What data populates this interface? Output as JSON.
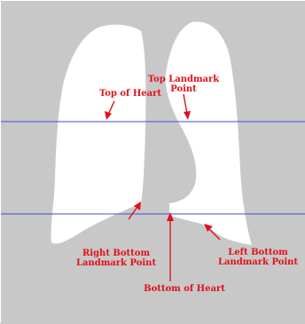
{
  "colors": {
    "background": "#c8c8c8",
    "lung_fill": "#ffffff",
    "reference_line": "#3b4fd8",
    "annotation": "#e0101a"
  },
  "labels": {
    "top_of_heart": "Top of Heart",
    "top_landmark_line1": "Top Landmark",
    "top_landmark_line2": "Point",
    "right_bottom_line1": "Right Bottom",
    "right_bottom_line2": "Landmark Point",
    "bottom_of_heart": "Bottom of Heart",
    "left_bottom_line1": "Left Bottom",
    "left_bottom_line2": "Landmark Point"
  }
}
